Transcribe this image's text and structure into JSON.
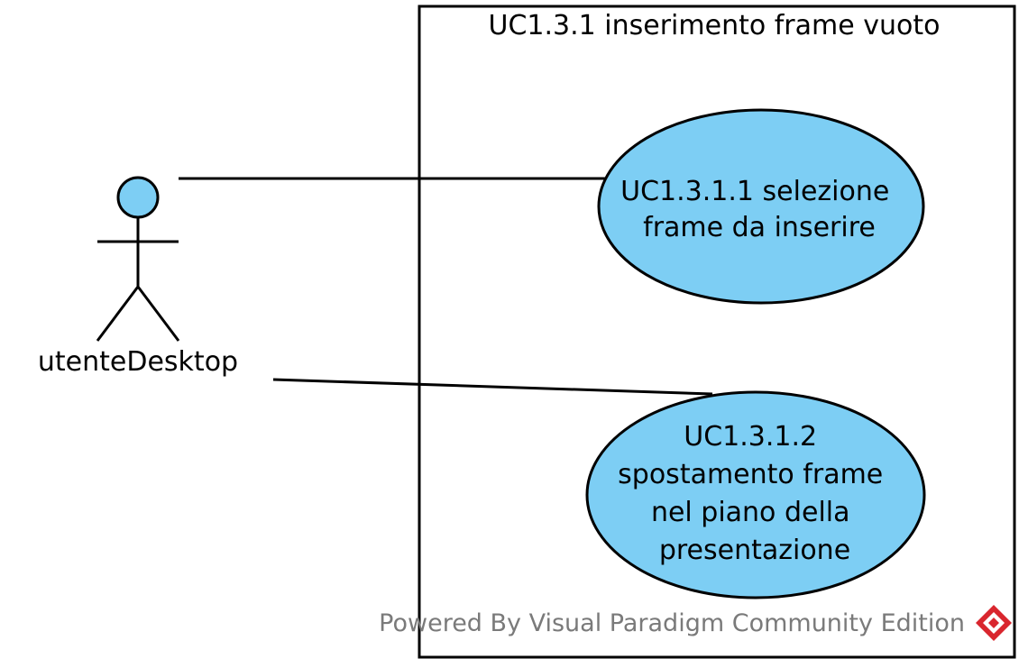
{
  "diagram": {
    "system": {
      "title": "UC1.3.1 inserimento frame vuoto"
    },
    "actor": {
      "name": "utenteDesktop"
    },
    "use_cases": [
      {
        "lines": [
          "UC1.3.1.1 selezione",
          "frame da inserire"
        ]
      },
      {
        "lines": [
          "UC1.3.1.2",
          "spostamento frame",
          "nel piano della",
          "presentazione"
        ]
      }
    ],
    "watermark": "Powered By Visual Paradigm Community Edition",
    "colors": {
      "use_case_fill": "#7dcef4",
      "actor_head_fill": "#7dcef4",
      "stroke": "#000000",
      "logo": "#d9262e"
    },
    "icons": [
      "visual-paradigm-logo-icon"
    ]
  }
}
